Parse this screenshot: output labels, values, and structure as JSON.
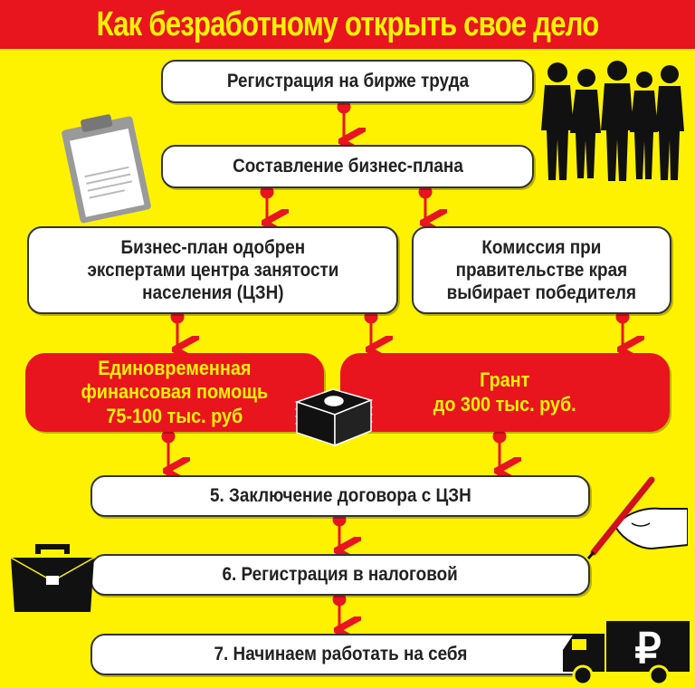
{
  "title": "Как безработному открыть свое дело",
  "steps": {
    "s1": "Регистрация на бирже труда",
    "s2": "Составление бизнес-плана",
    "s3": [
      "Бизнес-план одобрен",
      "экспертами центра занятости",
      "населения (ЦЗН)"
    ],
    "s4": [
      "Комиссия при",
      "правительстве края",
      "выбирает победителя"
    ],
    "s5": [
      "Единовременная",
      "финансовая помощь",
      "75-100 тыс. руб"
    ],
    "s6": [
      "Грант",
      "до 300 тыс. руб."
    ],
    "s7": "5. Заключение договора с ЦЗН",
    "s8": "6. Регистрация в налоговой",
    "s9": "7. Начинаем работать на себя"
  },
  "colors": {
    "background": "#fff200",
    "accent": "#e8141e"
  }
}
